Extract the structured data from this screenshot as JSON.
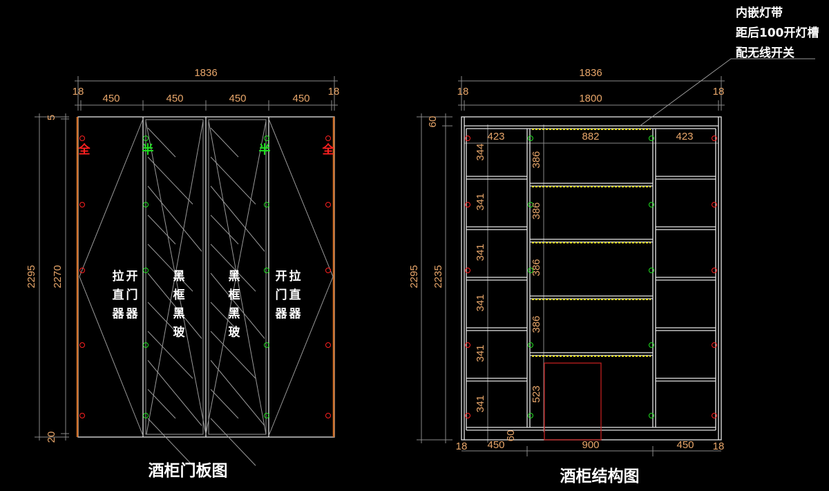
{
  "door_panel_drawing": {
    "title": "酒柜门板图",
    "total_width": "1836",
    "side_left": "18",
    "side_right": "18",
    "door_widths": [
      "450",
      "450",
      "450",
      "450"
    ],
    "top_gap": "5",
    "bottom_gap": "20",
    "total_height": "2295",
    "door_height": "2270",
    "hinge_full_label": "全",
    "hinge_half_label": "半",
    "left_door_text": {
      "col1": [
        "拉",
        "直",
        "器"
      ],
      "col2": [
        "开",
        "门",
        "器"
      ]
    },
    "glass_door_text": [
      "黑",
      "框",
      "黑",
      "玻"
    ],
    "right_door_text": {
      "col1": [
        "开",
        "门",
        "器"
      ],
      "col2": [
        "拉",
        "直",
        "器"
      ]
    },
    "colors": {
      "full_hinge": "#ff2020",
      "half_hinge": "#20e020",
      "dimension": "#e8a66a"
    }
  },
  "structure_drawing": {
    "title": "酒柜结构图",
    "total_width": "1836",
    "inner_width": "1800",
    "side_left": "18",
    "side_right": "18",
    "top_height": "60",
    "total_height": "2295",
    "body_height": "2235",
    "compartment_widths": [
      "423",
      "882",
      "423"
    ],
    "left_shelf_heights": [
      "344",
      "341",
      "341",
      "341",
      "341"
    ],
    "middle_shelf_heights": [
      "386",
      "386",
      "386",
      "386",
      "523"
    ],
    "base_height": "60",
    "bottom_widths": [
      "18",
      "450",
      "900",
      "450",
      "18"
    ],
    "note_lines": [
      "内嵌灯带",
      "距后100开灯槽",
      "配无线开关"
    ],
    "colors": {
      "led_strip": "#e8e020",
      "opening": "#c02020"
    }
  }
}
